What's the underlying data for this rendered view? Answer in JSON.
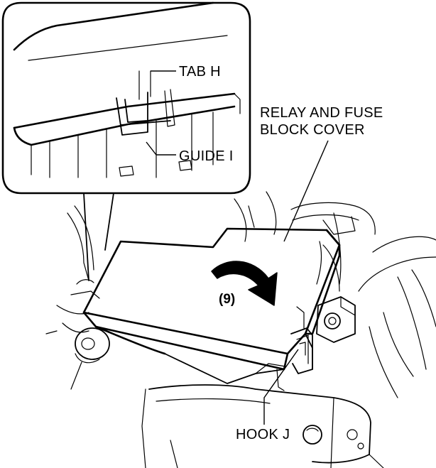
{
  "labels": {
    "tab": "TAB H",
    "guide": "GUIDE I",
    "cover_line1": "RELAY AND FUSE",
    "cover_line2": "BLOCK COVER",
    "step": "(9)",
    "hook": "HOOK J"
  },
  "icons": {
    "rotation_arrow": "curved-arrow-icon"
  }
}
